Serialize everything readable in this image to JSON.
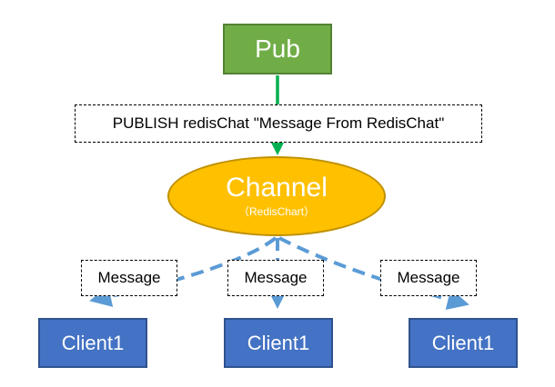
{
  "nodes": {
    "pub": "Pub",
    "channel_title": "Channel",
    "channel_subtitle": "（RedisChart）",
    "clients": [
      "Client1",
      "Client1",
      "Client1"
    ]
  },
  "labels": {
    "publish_command": "PUBLISH redisChat \"Message From RedisChat\"",
    "messages": [
      "Message",
      "Message",
      "Message"
    ]
  },
  "colors": {
    "pub_fill": "#70ad47",
    "channel_fill": "#ffc000",
    "client_fill": "#4472c4",
    "publish_arrow": "#00b050",
    "message_arrow": "#5b9bd5"
  }
}
